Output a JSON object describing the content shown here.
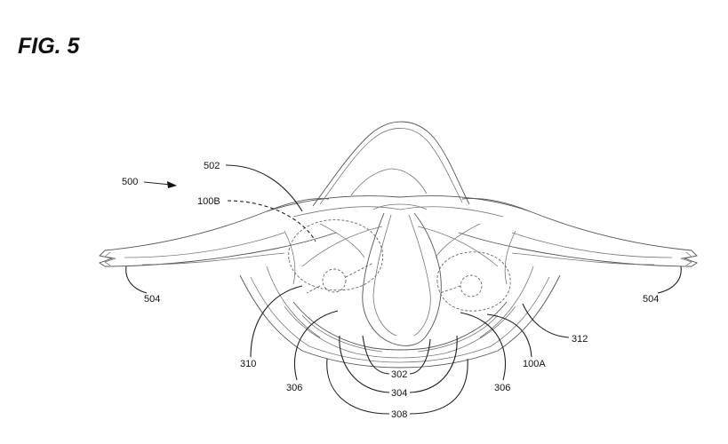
{
  "figure": {
    "title": "FIG. 5"
  },
  "labels": {
    "l500": "500",
    "l502": "502",
    "l100b": "100B",
    "l504_left": "504",
    "l504_right": "504",
    "l310": "310",
    "l306_left": "306",
    "l302": "302",
    "l304": "304",
    "l308": "308",
    "l306_right": "306",
    "l100a": "100A",
    "l312": "312"
  }
}
